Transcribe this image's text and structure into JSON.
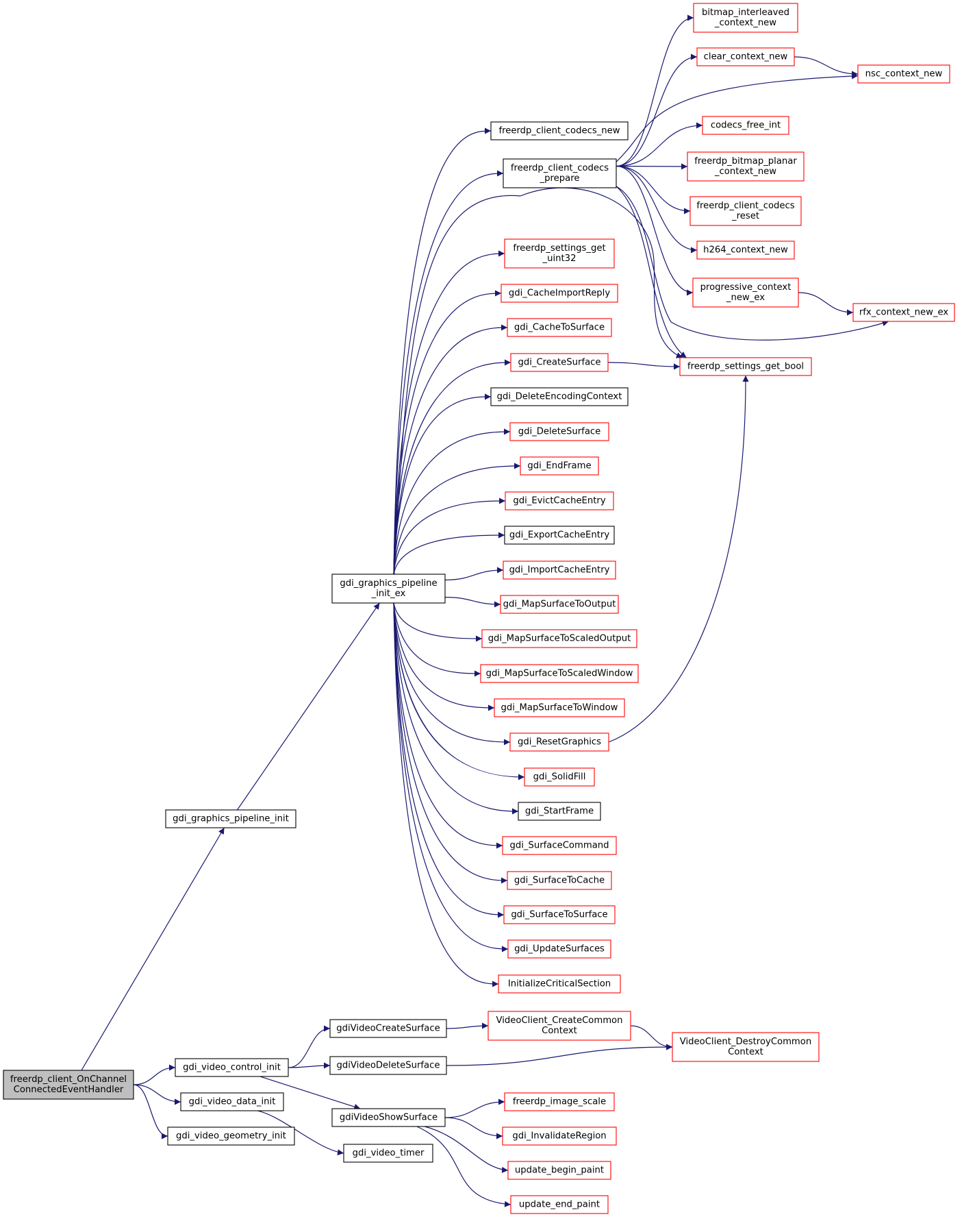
{
  "diagram": {
    "colors": {
      "edge": "#191970",
      "node_black": "#000000",
      "node_red": "#ff0000",
      "root_fill": "#bfbfbf",
      "node_fill": "#ffffff"
    },
    "nodes": [
      {
        "id": "root",
        "lines": [
          "freerdp_client_OnChannel",
          "ConnectedEventHandler"
        ],
        "style": "root"
      },
      {
        "id": "gpi",
        "lines": [
          "gdi_graphics_pipeline_init"
        ],
        "style": "black"
      },
      {
        "id": "gvci",
        "lines": [
          "gdi_video_control_init"
        ],
        "style": "black"
      },
      {
        "id": "gvdi",
        "lines": [
          "gdi_video_data_init"
        ],
        "style": "black"
      },
      {
        "id": "gvgi",
        "lines": [
          "gdi_video_geometry_init"
        ],
        "style": "black"
      },
      {
        "id": "gpie",
        "lines": [
          "gdi_graphics_pipeline",
          "_init_ex"
        ],
        "style": "black"
      },
      {
        "id": "gvcs",
        "lines": [
          "gdiVideoCreateSurface"
        ],
        "style": "black"
      },
      {
        "id": "gvds",
        "lines": [
          "gdiVideoDeleteSurface"
        ],
        "style": "black"
      },
      {
        "id": "gvss",
        "lines": [
          "gdiVideoShowSurface"
        ],
        "style": "black"
      },
      {
        "id": "gvt",
        "lines": [
          "gdi_video_timer"
        ],
        "style": "black"
      },
      {
        "id": "fccn",
        "lines": [
          "freerdp_client_codecs_new"
        ],
        "style": "black"
      },
      {
        "id": "fccp",
        "lines": [
          "freerdp_client_codecs",
          "_prepare"
        ],
        "style": "black"
      },
      {
        "id": "fsgu",
        "lines": [
          "freerdp_settings_get",
          "_uint32"
        ],
        "style": "red"
      },
      {
        "id": "gcir",
        "lines": [
          "gdi_CacheImportReply"
        ],
        "style": "red"
      },
      {
        "id": "gcts",
        "lines": [
          "gdi_CacheToSurface"
        ],
        "style": "red"
      },
      {
        "id": "gcs",
        "lines": [
          "gdi_CreateSurface"
        ],
        "style": "red"
      },
      {
        "id": "gdec",
        "lines": [
          "gdi_DeleteEncodingContext"
        ],
        "style": "black"
      },
      {
        "id": "gds",
        "lines": [
          "gdi_DeleteSurface"
        ],
        "style": "red"
      },
      {
        "id": "gef",
        "lines": [
          "gdi_EndFrame"
        ],
        "style": "red"
      },
      {
        "id": "gece",
        "lines": [
          "gdi_EvictCacheEntry"
        ],
        "style": "red"
      },
      {
        "id": "gexce",
        "lines": [
          "gdi_ExportCacheEntry"
        ],
        "style": "black"
      },
      {
        "id": "gice",
        "lines": [
          "gdi_ImportCacheEntry"
        ],
        "style": "red"
      },
      {
        "id": "gmsto",
        "lines": [
          "gdi_MapSurfaceToOutput"
        ],
        "style": "red"
      },
      {
        "id": "gmstso",
        "lines": [
          "gdi_MapSurfaceToScaledOutput"
        ],
        "style": "red"
      },
      {
        "id": "gmstsw",
        "lines": [
          "gdi_MapSurfaceToScaledWindow"
        ],
        "style": "red"
      },
      {
        "id": "gmstw",
        "lines": [
          "gdi_MapSurfaceToWindow"
        ],
        "style": "red"
      },
      {
        "id": "grg",
        "lines": [
          "gdi_ResetGraphics"
        ],
        "style": "red"
      },
      {
        "id": "gsf",
        "lines": [
          "gdi_SolidFill"
        ],
        "style": "red"
      },
      {
        "id": "gsfr",
        "lines": [
          "gdi_StartFrame"
        ],
        "style": "black"
      },
      {
        "id": "gsc",
        "lines": [
          "gdi_SurfaceCommand"
        ],
        "style": "red"
      },
      {
        "id": "gstc",
        "lines": [
          "gdi_SurfaceToCache"
        ],
        "style": "red"
      },
      {
        "id": "gsts",
        "lines": [
          "gdi_SurfaceToSurface"
        ],
        "style": "red"
      },
      {
        "id": "gus",
        "lines": [
          "gdi_UpdateSurfaces"
        ],
        "style": "red"
      },
      {
        "id": "ics",
        "lines": [
          "InitializeCriticalSection"
        ],
        "style": "red"
      },
      {
        "id": "vcccc",
        "lines": [
          "VideoClient_CreateCommon",
          "Context"
        ],
        "style": "red"
      },
      {
        "id": "fis",
        "lines": [
          "freerdp_image_scale"
        ],
        "style": "red"
      },
      {
        "id": "gir",
        "lines": [
          "gdi_InvalidateRegion"
        ],
        "style": "red"
      },
      {
        "id": "ubp",
        "lines": [
          "update_begin_paint"
        ],
        "style": "red"
      },
      {
        "id": "uep",
        "lines": [
          "update_end_paint"
        ],
        "style": "red"
      },
      {
        "id": "bicn",
        "lines": [
          "bitmap_interleaved",
          "_context_new"
        ],
        "style": "red"
      },
      {
        "id": "ccn",
        "lines": [
          "clear_context_new"
        ],
        "style": "red"
      },
      {
        "id": "cfi",
        "lines": [
          "codecs_free_int"
        ],
        "style": "red"
      },
      {
        "id": "fbpcn",
        "lines": [
          "freerdp_bitmap_planar",
          "_context_new"
        ],
        "style": "red"
      },
      {
        "id": "fccr",
        "lines": [
          "freerdp_client_codecs",
          "_reset"
        ],
        "style": "red"
      },
      {
        "id": "h264",
        "lines": [
          "h264_context_new"
        ],
        "style": "red"
      },
      {
        "id": "pcne",
        "lines": [
          "progressive_context",
          "_new_ex"
        ],
        "style": "red"
      },
      {
        "id": "fsgb",
        "lines": [
          "freerdp_settings_get_bool"
        ],
        "style": "red"
      },
      {
        "id": "vcdcc",
        "lines": [
          "VideoClient_DestroyCommon",
          "Context"
        ],
        "style": "red"
      },
      {
        "id": "nsc",
        "lines": [
          "nsc_context_new"
        ],
        "style": "red"
      },
      {
        "id": "rfx",
        "lines": [
          "rfx_context_new_ex"
        ],
        "style": "red"
      }
    ],
    "edges": [
      [
        "root",
        "gpi"
      ],
      [
        "root",
        "gvci"
      ],
      [
        "root",
        "gvdi"
      ],
      [
        "root",
        "gvgi"
      ],
      [
        "gpi",
        "gpie"
      ],
      [
        "gvci",
        "gvcs"
      ],
      [
        "gvci",
        "gvds"
      ],
      [
        "gvci",
        "gvss"
      ],
      [
        "gvdi",
        "gvt"
      ],
      [
        "gpie",
        "fccn"
      ],
      [
        "gpie",
        "fccp"
      ],
      [
        "gpie",
        "fsgb"
      ],
      [
        "gpie",
        "fsgu"
      ],
      [
        "gpie",
        "gcir"
      ],
      [
        "gpie",
        "gcts"
      ],
      [
        "gpie",
        "gcs"
      ],
      [
        "gpie",
        "gdec"
      ],
      [
        "gpie",
        "gds"
      ],
      [
        "gpie",
        "gef"
      ],
      [
        "gpie",
        "gece"
      ],
      [
        "gpie",
        "gexce"
      ],
      [
        "gpie",
        "gice"
      ],
      [
        "gpie",
        "gmsto"
      ],
      [
        "gpie",
        "gmstso"
      ],
      [
        "gpie",
        "gmstsw"
      ],
      [
        "gpie",
        "gmstw"
      ],
      [
        "gpie",
        "grg"
      ],
      [
        "gpie",
        "gsf"
      ],
      [
        "gpie",
        "gsfr"
      ],
      [
        "gpie",
        "gsc"
      ],
      [
        "gpie",
        "gstc"
      ],
      [
        "gpie",
        "gsts"
      ],
      [
        "gpie",
        "gus"
      ],
      [
        "gpie",
        "ics"
      ],
      [
        "fccp",
        "bicn"
      ],
      [
        "fccp",
        "ccn"
      ],
      [
        "fccp",
        "nsc"
      ],
      [
        "fccp",
        "cfi"
      ],
      [
        "fccp",
        "fbpcn"
      ],
      [
        "fccp",
        "fccr"
      ],
      [
        "fccp",
        "h264"
      ],
      [
        "fccp",
        "pcne"
      ],
      [
        "fccp",
        "rfx"
      ],
      [
        "fccp",
        "fsgb"
      ],
      [
        "ccn",
        "nsc"
      ],
      [
        "pcne",
        "rfx"
      ],
      [
        "gcs",
        "fsgb"
      ],
      [
        "grg",
        "fsgb"
      ],
      [
        "gvcs",
        "vcccc"
      ],
      [
        "vcccc",
        "vcdcc"
      ],
      [
        "gvds",
        "vcdcc"
      ],
      [
        "gvss",
        "fis"
      ],
      [
        "gvss",
        "gir"
      ],
      [
        "gvss",
        "ubp"
      ],
      [
        "gvss",
        "uep"
      ]
    ]
  }
}
